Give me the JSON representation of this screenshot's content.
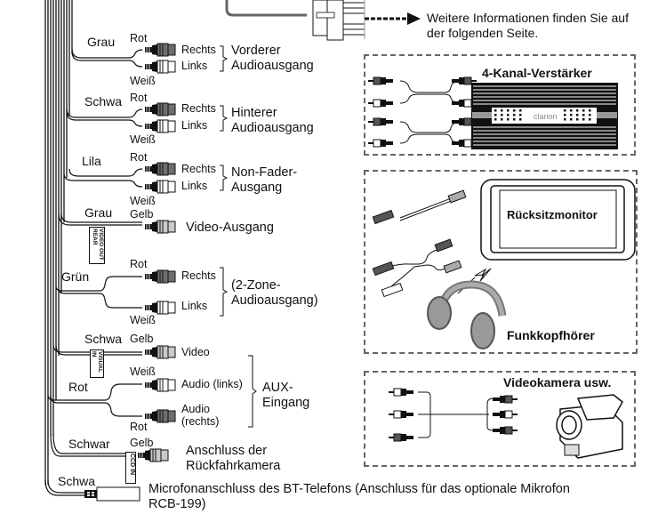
{
  "note": {
    "line1": "Weitere Informationen finden Sie auf",
    "line2": "der folgenden Seite."
  },
  "outputs": [
    {
      "wire_color": "Grau",
      "right_color": "Rot",
      "left_color": "Weiß",
      "right_label": "Rechts",
      "left_label": "Links",
      "group_line1": "Vorderer",
      "group_line2": "Audioausgang"
    },
    {
      "wire_color": "Schwa",
      "right_color": "Rot",
      "left_color": "Weiß",
      "right_label": "Rechts",
      "left_label": "Links",
      "group_line1": "Hinterer",
      "group_line2": "Audioausgang"
    },
    {
      "wire_color": "Lila",
      "right_color": "Rot",
      "left_color": "Weiß",
      "right_label": "Rechts",
      "left_label": "Links",
      "group_line1": "Non-Fader-",
      "group_line2": "Ausgang"
    }
  ],
  "video_out": {
    "wire_color": "Grau",
    "plug_color": "Gelb",
    "tag_line1": "VIDEO OUT",
    "tag_line2": "REAR",
    "label": "Video-Ausgang"
  },
  "zone2": {
    "wire_color": "Grün",
    "right_color": "Rot",
    "left_color": "Weiß",
    "right_label": "Rechts",
    "left_label": "Links",
    "group_line1": "(2-Zone-",
    "group_line2": "Audioausgang)"
  },
  "aux": {
    "video_wire_color": "Schwa",
    "video_plug_color": "Gelb",
    "tag_line1": "VISUAL",
    "tag_line2": "IN",
    "video_label": "Video",
    "audio_wire_color": "Rot",
    "left_color": "Weiß",
    "left_label": "Audio (links)",
    "right_color": "Rot",
    "right_label_line1": "Audio",
    "right_label_line2": "(rechts)",
    "group_line1": "AUX-",
    "group_line2": "Eingang"
  },
  "camera": {
    "wire_color": "Schwar",
    "plug_color": "Gelb",
    "tag": "CCD IN",
    "label_line1": "Anschluss der",
    "label_line2": "Rückfahrkamera"
  },
  "mic": {
    "wire_color": "Schwa",
    "label_line1": "Microfonanschluss des BT-Telefons (Anschluss für das optionale Mikrofon",
    "label_line2": "RCB-199)"
  },
  "boxes": {
    "amp": {
      "title": "4-Kanal-Verstärker",
      "brand": "clarion"
    },
    "monitor": {
      "title": "Rücksitzmonitor",
      "headphones": "Funkkopfhörer"
    },
    "camcorder": {
      "title": "Videokamera usw."
    }
  },
  "colors": {
    "plug_red": "#6e6e6e",
    "plug_white": "#ffffff",
    "plug_yellow": "#c9c9c9",
    "ink": "#111111",
    "dash": "#666666",
    "headphone": "#9a9a9a"
  }
}
